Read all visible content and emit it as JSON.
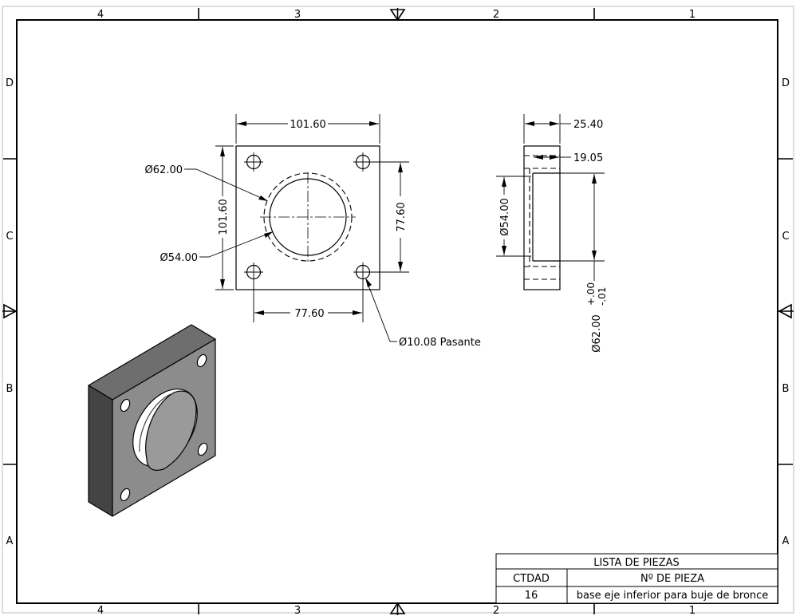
{
  "border": {
    "top_zones": [
      "4",
      "3",
      "2",
      "1"
    ],
    "bottom_zones": [
      "4",
      "3",
      "2",
      "1"
    ],
    "left_zones": [
      "D",
      "C",
      "B",
      "A"
    ],
    "right_zones": [
      "D",
      "C",
      "B",
      "A"
    ]
  },
  "front_view": {
    "dim_width_top": "101.60",
    "dim_height_left": "101.60",
    "dim_hole_spacing_right": "77.60",
    "dim_hole_spacing_bottom": "77.60",
    "dim_counterbore_dia": "Ø62.00",
    "dim_bore_dia": "Ø54.00",
    "dim_hole_note": "Ø10.08 Pasante"
  },
  "side_view": {
    "dim_thickness": "25.40",
    "dim_depth": "19.05",
    "dim_bore_dia": "Ø54.00",
    "dim_fit_dia": "Ø62.00",
    "tol_upper": "+.00",
    "tol_lower": "-.01"
  },
  "parts_list": {
    "title": "LISTA DE PIEZAS",
    "headers": [
      "CTDAD",
      "Nº DE PIEZA"
    ],
    "rows": [
      {
        "qty": "16",
        "part": "base eje inferior para buje de bronce"
      }
    ]
  }
}
